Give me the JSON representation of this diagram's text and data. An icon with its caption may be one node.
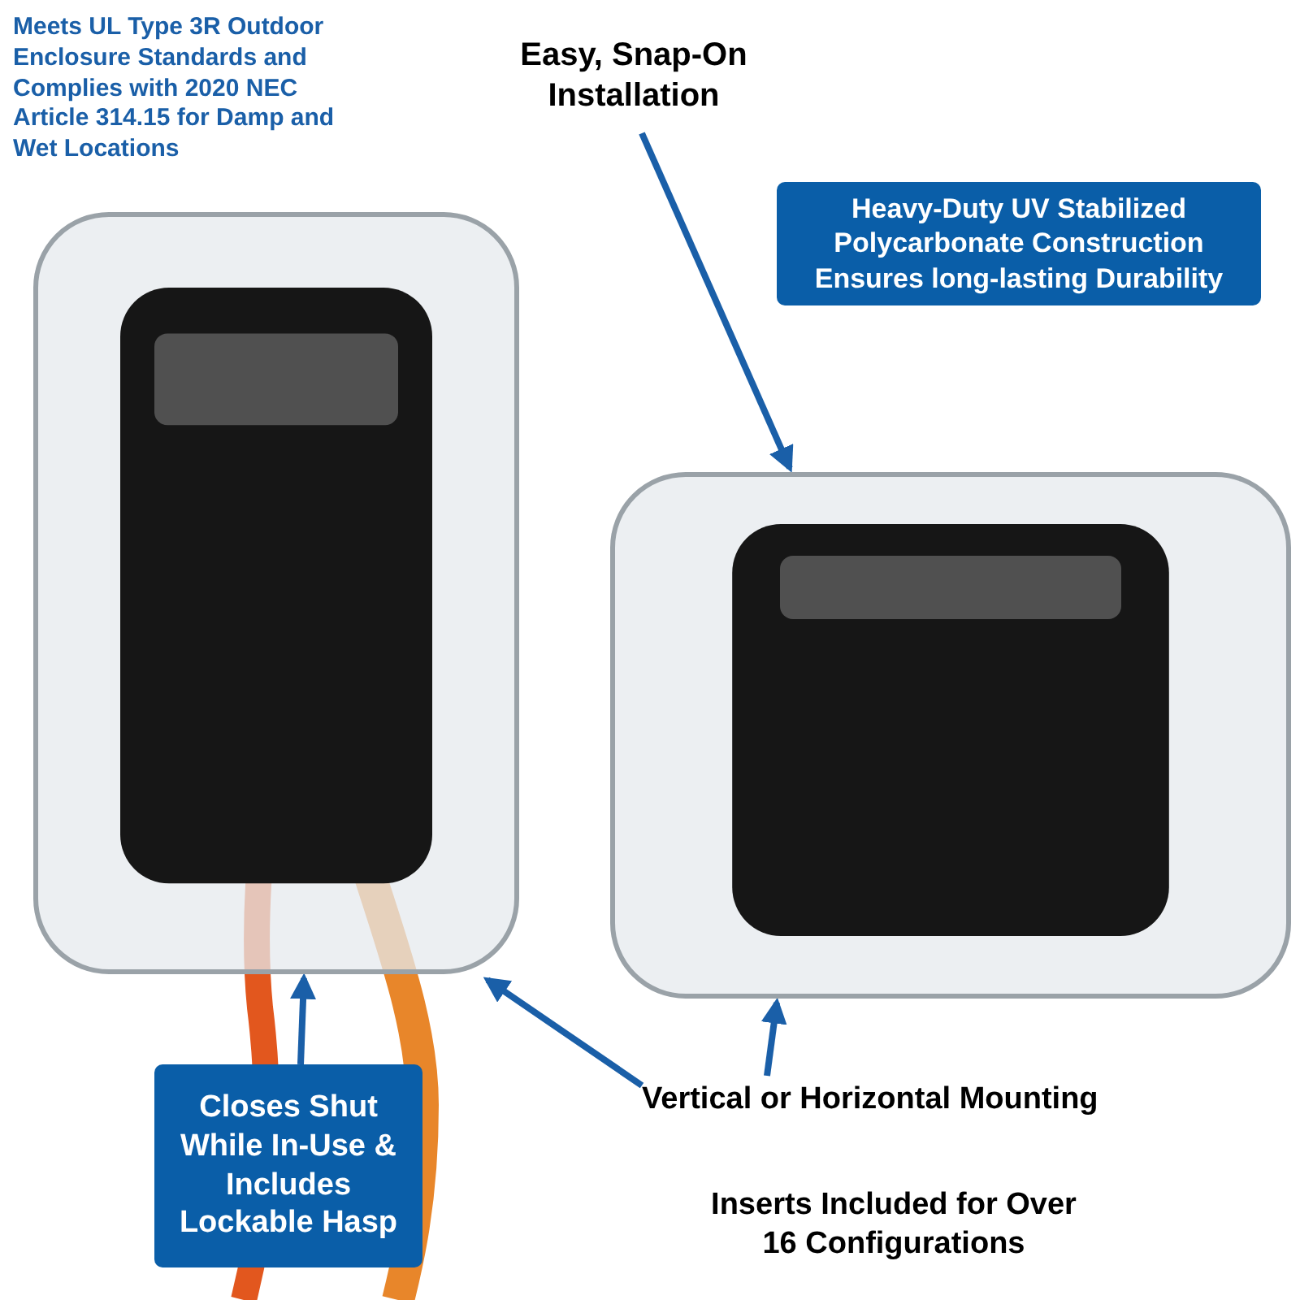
{
  "diagram": {
    "nodes": [
      {
        "text": [
          "Easy, Snap-On Installation"
        ]
      },
      {
        "text": [
          "Heavy-Duty UV Stabilized Polycarbonate Construction Ensures long-lasting Durability"
        ]
      },
      {
        "text": [],
        "shape": "picture"
      },
      {
        "text": [],
        "shape": "picture"
      },
      {
        "text": [
          "Closes Shut While In-Use & Includes Lockable Hasp"
        ]
      },
      {
        "text": [
          "Vertical or Horizontal Mounting"
        ]
      }
    ],
    "edges": [
      {
        "from": 0,
        "to": 3,
        "arrow": "to"
      },
      {
        "from": 4,
        "to": 2,
        "arrow": "to"
      },
      {
        "from": 5,
        "to": 2,
        "arrow": "to"
      },
      {
        "from": 5,
        "to": 3,
        "arrow": "to"
      }
    ],
    "labels": [
      "Meets UL Type 3R Outdoor Enclosure Standards and Complies with 2020 NEC Article 314.15 for Damp and Wet Locations",
      "Inserts Included for Over 16 Configurations"
    ]
  }
}
